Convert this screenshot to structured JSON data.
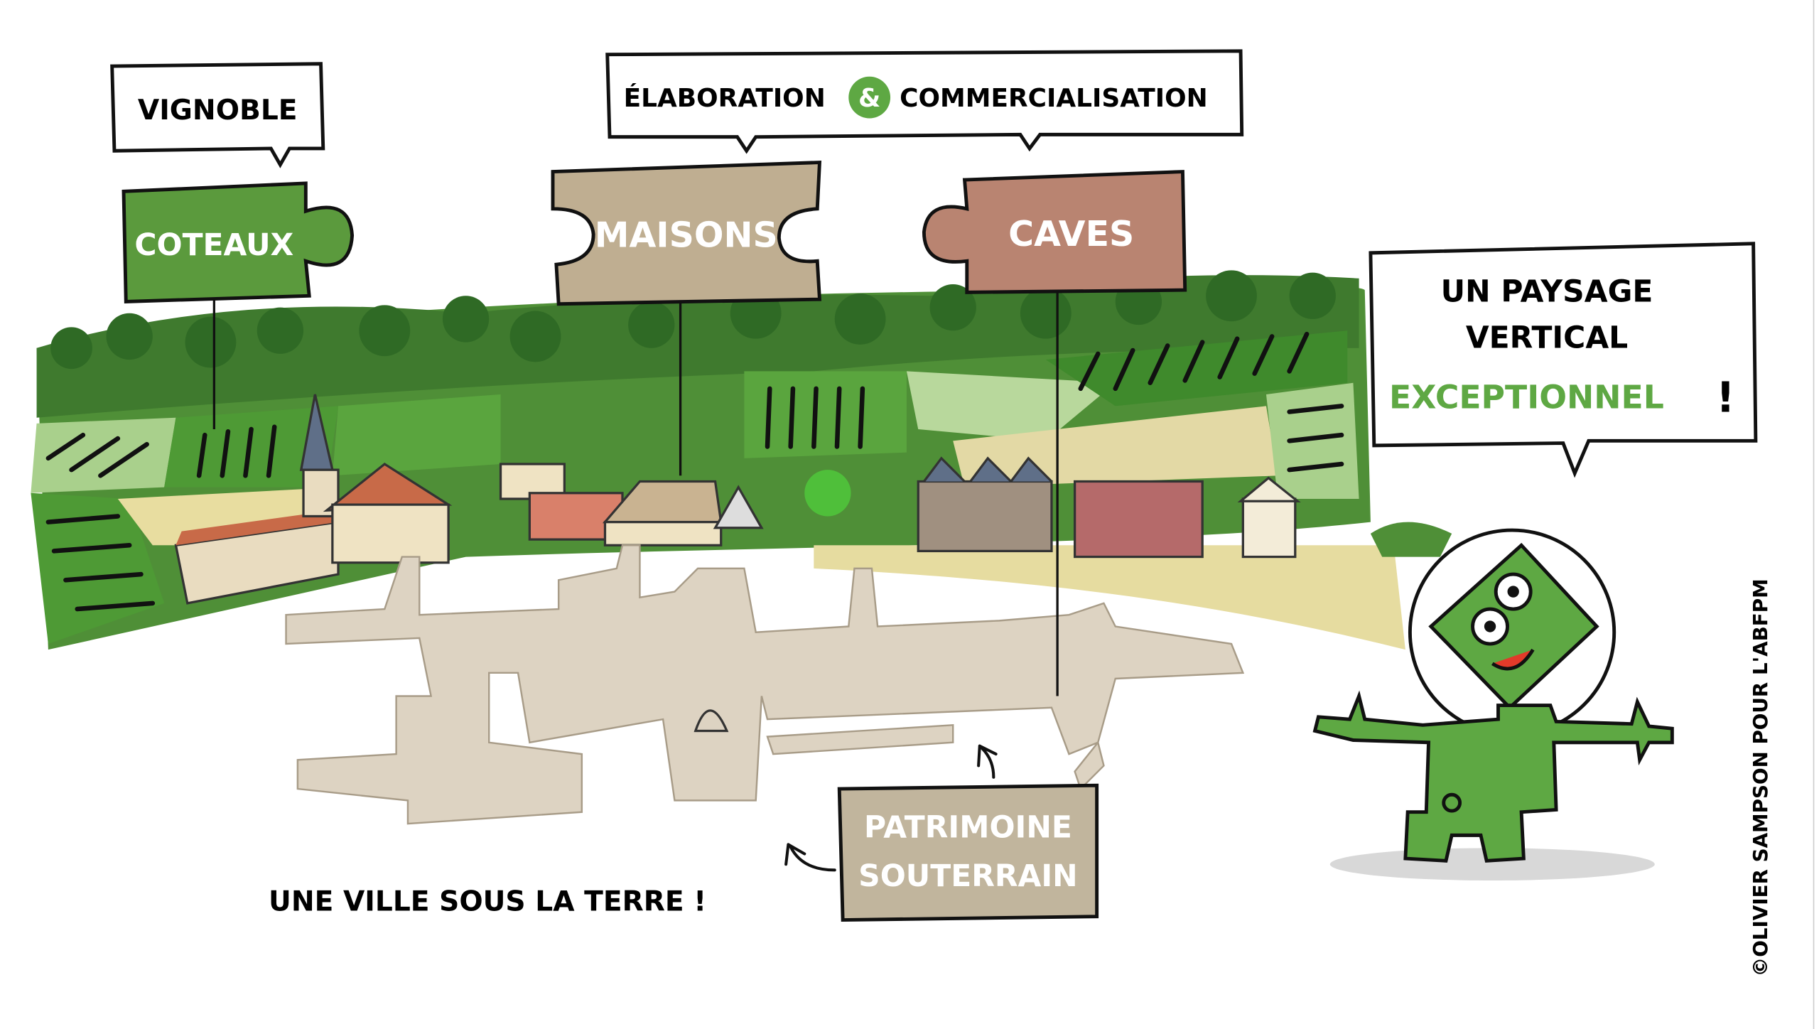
{
  "labels": {
    "vignoble": "VIGNOBLE",
    "elaboration": "ÉLABORATION",
    "ampersand": "&",
    "commercialisation": "COMMERCIALISATION",
    "coteaux": "COTEAUX",
    "maisons": "MAISONS",
    "caves": "CAVES",
    "paysage_line1": "UN PAYSAGE",
    "paysage_line2": "VERTICAL",
    "paysage_line3": "EXCEPTIONNEL",
    "paysage_excl": "!",
    "patrimoine_line1": "PATRIMOINE",
    "patrimoine_line2": "SOUTERRAIN",
    "ville": "UNE VILLE SOUS LA TERRE !",
    "credit": "©OLIVIER SAMPSON POUR L'ABFPM"
  },
  "colors": {
    "coteaux": "#5b9a3d",
    "maisons": "#bfae91",
    "caves": "#b98471",
    "patrimoine": "#c1b59d",
    "accent_green": "#5ea843",
    "tunnel": "#ddd3c2"
  }
}
